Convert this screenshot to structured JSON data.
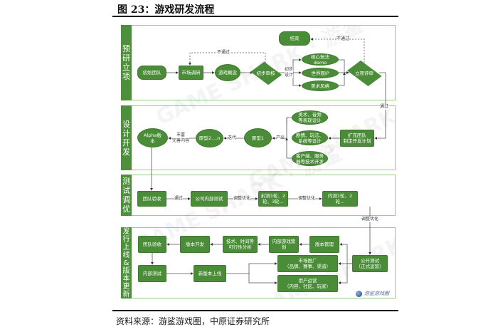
{
  "title": "图 23：游戏研发流程",
  "source": "资料来源：游鲨游戏圈，中原证券研究所",
  "logo": "游鲨游戏圈",
  "colors": {
    "node": "#4a8c37",
    "band": "#4e8f3c",
    "frame": "#9ccb86"
  },
  "stages": {
    "s1": "预研立项",
    "s2": "设计开发",
    "s3": "测试调优",
    "s4": "发行上线&版本更新"
  },
  "nodes": {
    "start_team": "初始团队",
    "market_research": "市场调研",
    "game_concept": "游戏概念",
    "prelim_review": "初步审核",
    "core_demo": "核心玩法\ndemo",
    "worldview_ip": "世界观IP",
    "art_style": "美术风格",
    "project_review": "立项评审",
    "end": "结束",
    "alpha": "Alpha版\n本",
    "proto_n": "原型2....n",
    "proto_1": "原型1",
    "art_audio": "美术、音频\n等表现设计",
    "story_system": "剧情、玩法、\n系统等设计",
    "client_server": "客户端、服务\n器等技术开发",
    "expand_team": "扩充团队\n制定开发计划",
    "team_accept": "团队验收",
    "internal_company_test": "公司内部测试",
    "closed_beta": "封测1轮、2\n轮、3轮...",
    "internal_beta": "内测1轮、2\n轮...",
    "team_accept_2": "团队验收",
    "version_dev": "版本开发",
    "feasibility": "技术、时间等\n可行性分析",
    "internal_planning": "内部游戏策\n划",
    "version_mgmt": "版本管理",
    "internal_test": "内部测试",
    "new_version": "新版本上线",
    "marketing": "市场推广\n（品牌、赛事、渠道）",
    "user_ops": "用户运营\n（内容、社区、玩家）",
    "public_test": "公开测试\n（正式运营）"
  },
  "labels": {
    "fail_1": "不通过",
    "fail_2": "不通过",
    "prelim_design": "初步\n设计",
    "pass_1": "通过",
    "enrich": "丰富\n完善内容",
    "iterate": "迭代",
    "produce": "产出",
    "pass_2": "通过",
    "adjust_1": "调整优化",
    "adjust_2": "调整优化",
    "adjust_3": "调整优化"
  }
}
